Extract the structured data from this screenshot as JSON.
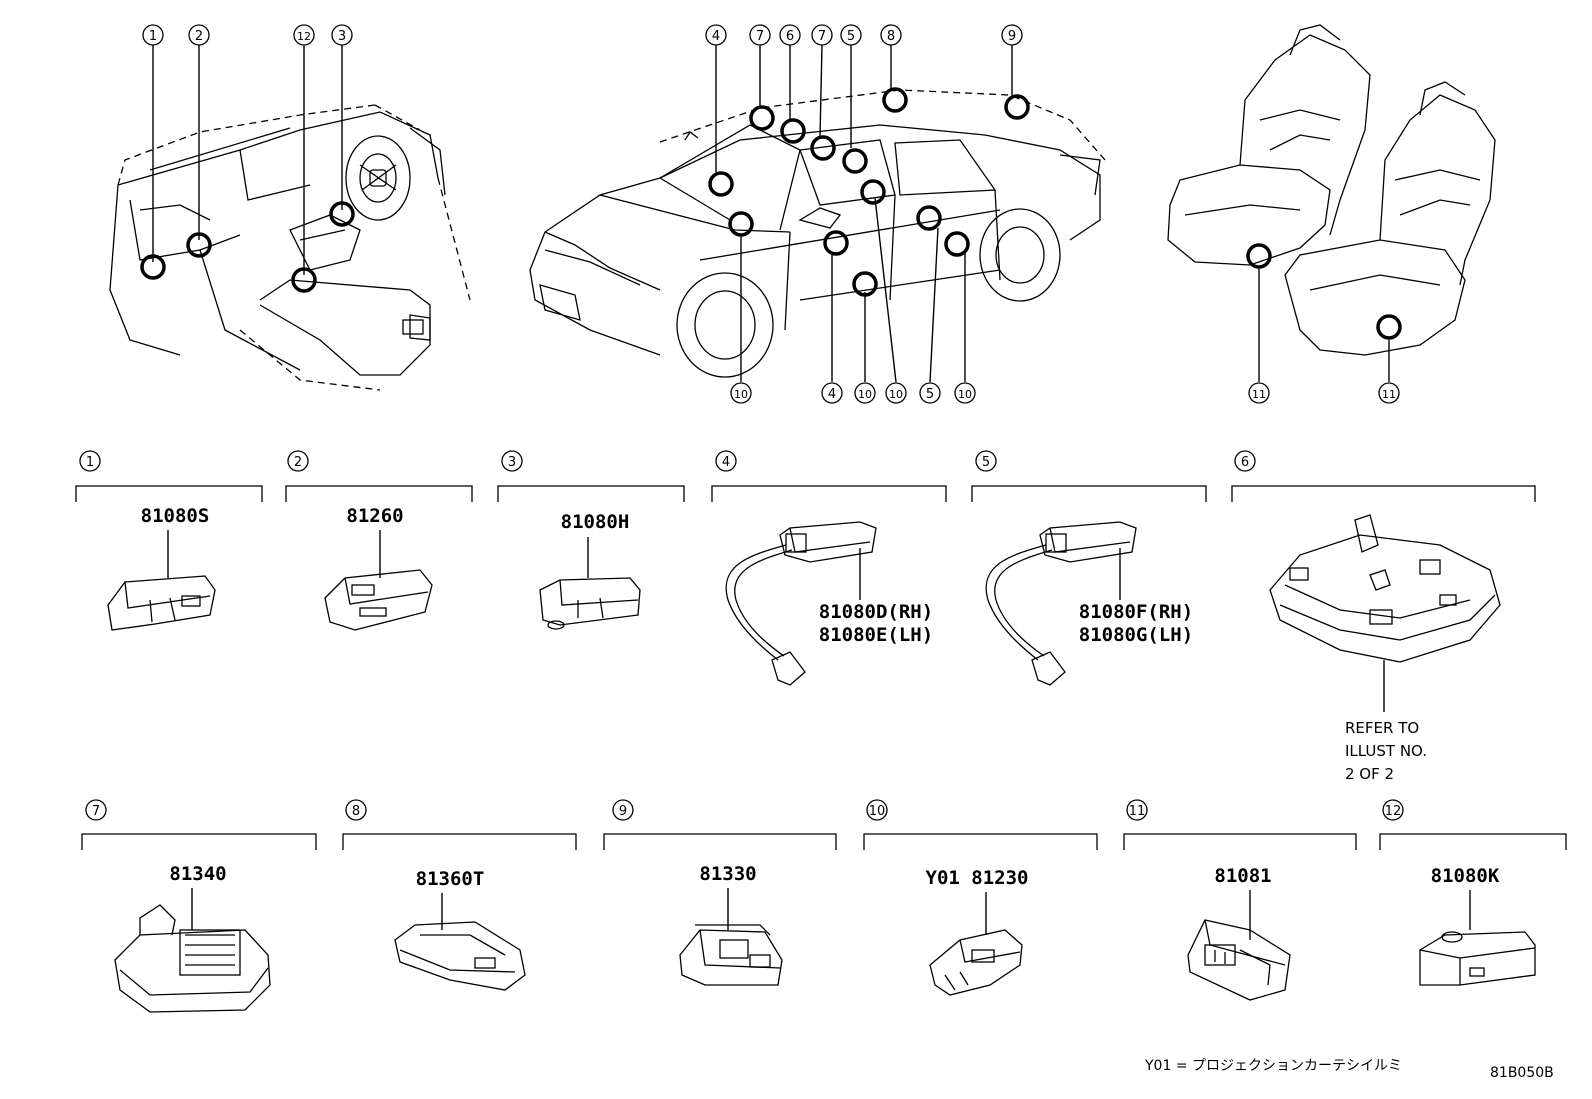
{
  "overview_callouts": {
    "dash_top": [
      "1",
      "2",
      "12",
      "3"
    ],
    "car_top": [
      "4",
      "7",
      "6",
      "7",
      "5",
      "8",
      "9"
    ],
    "car_bottom": [
      "10",
      "4",
      "10",
      "10",
      "5",
      "10"
    ],
    "seat_bottom": [
      "11",
      "11"
    ]
  },
  "parts": [
    {
      "num": "1",
      "lines": [
        "81080S"
      ]
    },
    {
      "num": "2",
      "lines": [
        "81260"
      ]
    },
    {
      "num": "3",
      "lines": [
        "81080H"
      ]
    },
    {
      "num": "4",
      "lines": [
        "81080D(RH)",
        "81080E(LH)"
      ]
    },
    {
      "num": "5",
      "lines": [
        "81080F(RH)",
        "81080G(LH)"
      ]
    },
    {
      "num": "6",
      "lines": [],
      "note": [
        "REFER TO",
        "ILLUST NO.",
        "2 OF 2"
      ]
    },
    {
      "num": "7",
      "lines": [
        "81340"
      ]
    },
    {
      "num": "8",
      "lines": [
        "81360T"
      ]
    },
    {
      "num": "9",
      "lines": [
        "81330"
      ]
    },
    {
      "num": "10",
      "lines": [
        "Y01 81230"
      ]
    },
    {
      "num": "11",
      "lines": [
        "81081"
      ]
    },
    {
      "num": "12",
      "lines": [
        "81080K"
      ]
    }
  ],
  "footer": {
    "legend": "Y01 = プロジェクションカーテシイルミ",
    "code": "81B050B"
  }
}
